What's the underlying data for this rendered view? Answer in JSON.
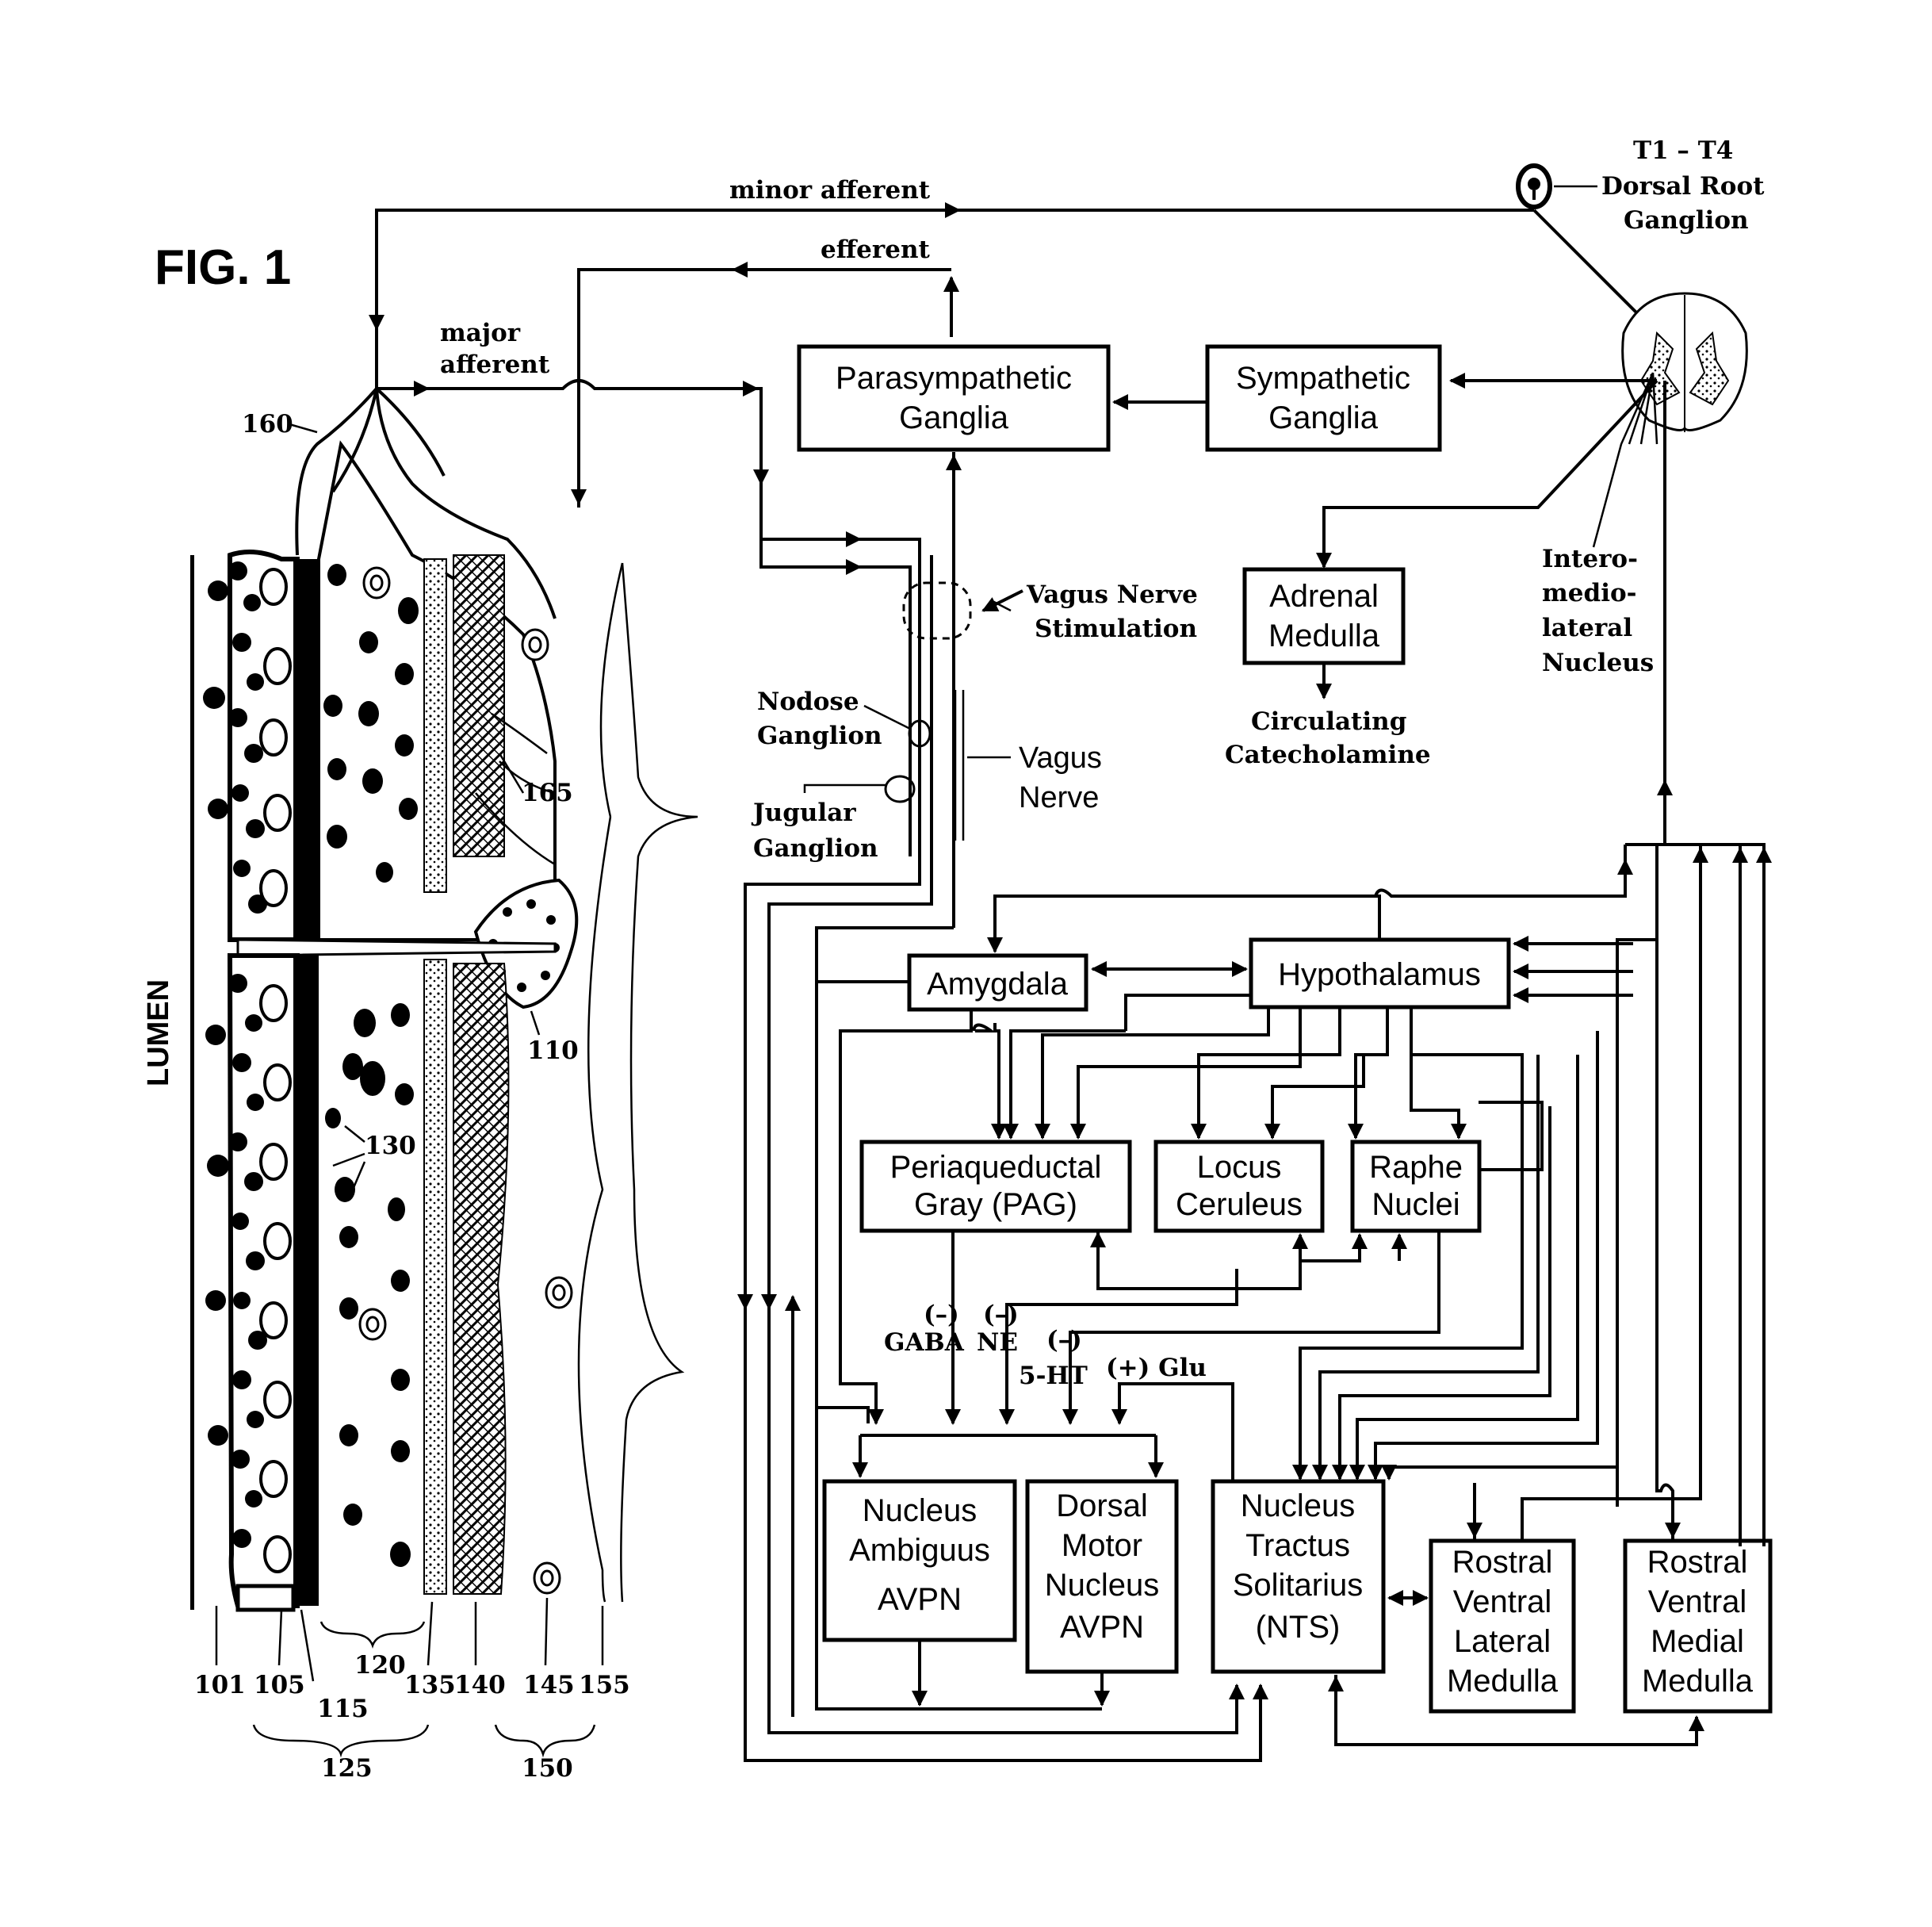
{
  "figure_title": "FIG. 1",
  "boxes": {
    "parasympathetic": [
      "Parasympathetic",
      "Ganglia"
    ],
    "sympathetic": [
      "Sympathetic",
      "Ganglia"
    ],
    "adrenal": [
      "Adrenal",
      "Medulla"
    ],
    "amygdala": [
      "Amygdala"
    ],
    "hypothalamus": [
      "Hypothalamus"
    ],
    "pag": [
      "Periaqueductal",
      "Gray (PAG)"
    ],
    "locus": [
      "Locus",
      "Ceruleus"
    ],
    "raphe": [
      "Raphe",
      "Nuclei"
    ],
    "ambiguus": [
      "Nucleus",
      "Ambiguus",
      "AVPN"
    ],
    "dorsal_motor": [
      "Dorsal",
      "Motor",
      "Nucleus",
      "AVPN"
    ],
    "nts": [
      "Nucleus",
      "Tractus",
      "Solitarius",
      "(NTS)"
    ],
    "rvlm": [
      "Rostral",
      "Ventral",
      "Lateral",
      "Medulla"
    ],
    "rvmm": [
      "Rostral",
      "Ventral",
      "Medial",
      "Medulla"
    ]
  },
  "labels": {
    "minor_afferent": "minor afferent",
    "efferent": "efferent",
    "major_afferent": [
      "major",
      "afferent"
    ],
    "t1_t4": "T1 – T4",
    "dorsal_root_ganglion": [
      "Dorsal Root",
      "Ganglion"
    ],
    "vagus_stim": [
      "Vagus Nerve",
      "Stimulation"
    ],
    "nodose": [
      "Nodose",
      "Ganglion"
    ],
    "jugular": [
      "Jugular",
      "Ganglion"
    ],
    "vagus_nerve": [
      "Vagus",
      "Nerve"
    ],
    "circulating": [
      "Circulating",
      "Catecholamine"
    ],
    "imln": [
      "Intero-",
      "medio-",
      "lateral",
      "Nucleus"
    ],
    "lumen": "LUMEN",
    "gaba": [
      "(–)",
      "GABA"
    ],
    "ne": [
      "(–)",
      "NE"
    ],
    "ht": [
      "(–)",
      "5-HT"
    ],
    "glu": "(+) Glu"
  },
  "refs": {
    "r160": "160",
    "r165": "165",
    "r110": "110",
    "r130": "130",
    "r101": "101",
    "r105": "105",
    "r115": "115",
    "r120": "120",
    "r135": "135",
    "r140": "140",
    "r145": "145",
    "r155": "155",
    "r125": "125",
    "r150": "150"
  }
}
